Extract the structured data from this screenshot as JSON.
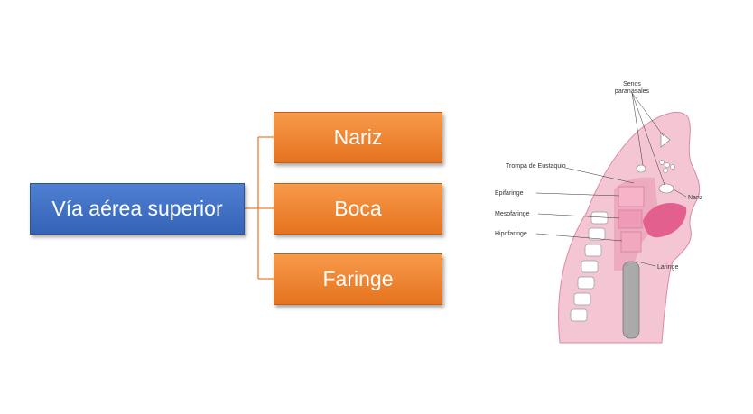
{
  "diagram": {
    "root": {
      "label": "Vía aérea superior"
    },
    "children": [
      {
        "label": "Nariz"
      },
      {
        "label": "Boca"
      },
      {
        "label": "Faringe"
      }
    ]
  },
  "illustration": {
    "labels": {
      "senos": [
        "Senos",
        "paranasales"
      ],
      "trompa": "Trompa de Eustaquio",
      "epifaringe": "Epifaringe",
      "mesofaringe": "Mesofaringe",
      "hipofaringe": "Hipofaringe",
      "nariz": "Nariz",
      "laringe": "Laringe"
    }
  },
  "colors": {
    "root_fill": "#4472c4",
    "child_fill": "#ed7d31",
    "connector": "#ed7d31",
    "tissue_pink": "#f4c6d4",
    "tongue": "#e3608e"
  }
}
